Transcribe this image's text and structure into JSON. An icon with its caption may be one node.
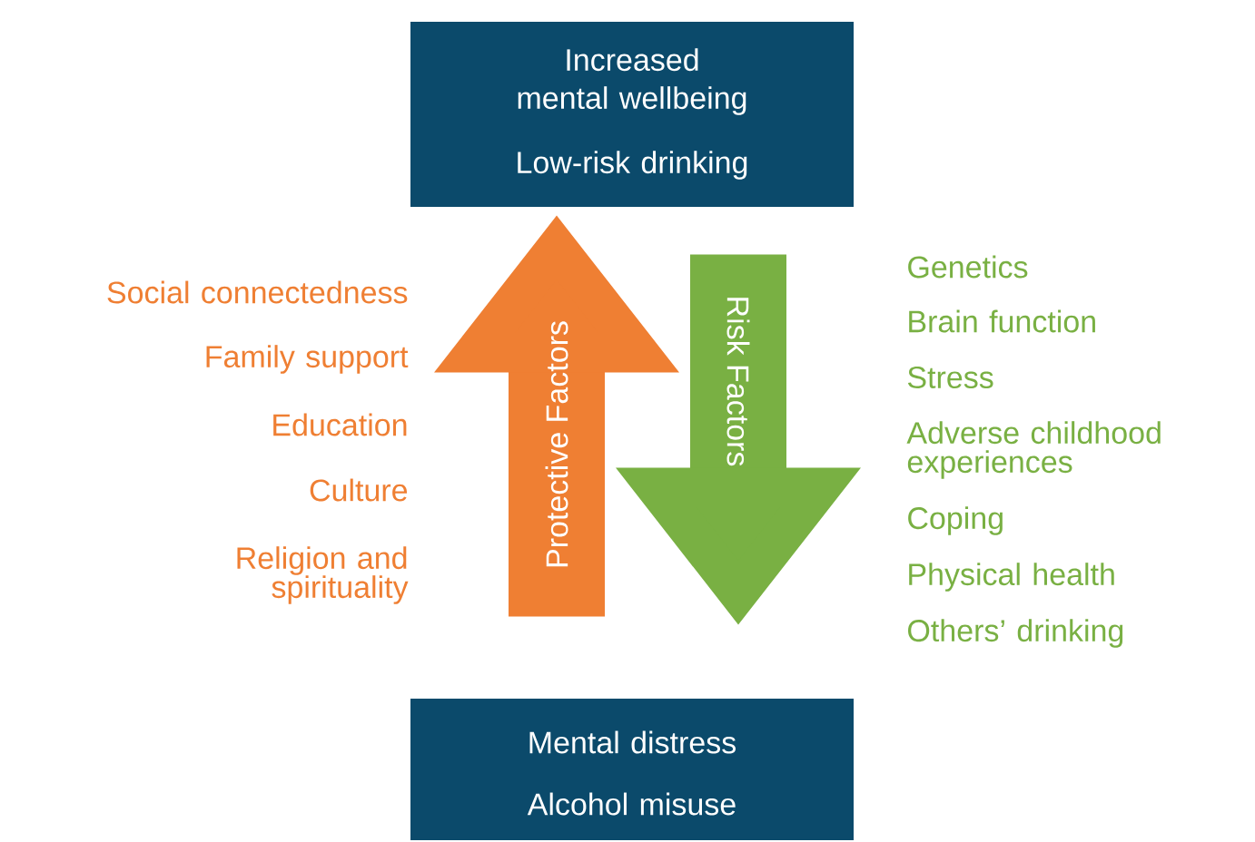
{
  "diagram": {
    "nodes": [
      {
        "text": [
          "Increased mental wellbeing",
          "Low-risk drinking"
        ]
      },
      {
        "text": [
          "Mental distress",
          "Alcohol misuse"
        ]
      }
    ],
    "edges": [
      {
        "from": 1,
        "to": 0,
        "arrow": "to",
        "label": "Protective Factors",
        "color": "#ef7f33"
      },
      {
        "from": 0,
        "to": 1,
        "arrow": "to",
        "label": "Risk Factors",
        "color": "#79b043"
      }
    ],
    "labels": [
      "Social connectedness",
      "Family support",
      "Education",
      "Culture",
      "Religion and spirituality",
      "Genetics",
      "Brain function",
      "Stress",
      "Adverse childhood experiences",
      "Coping",
      "Physical health",
      "Others’ drinking"
    ]
  }
}
